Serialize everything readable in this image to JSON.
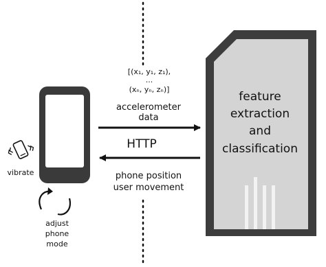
{
  "colors": {
    "phone_body": "#3a3a3a",
    "phone_screen": "#ffffff",
    "server_outer": "#3d3d3d",
    "server_inner": "#d4d4d4",
    "server_slots": "#f2f2f2",
    "ink": "#111111"
  },
  "icons": {
    "vibrate": "vibrating-phone-icon",
    "adjust": "curved-arrows-icon"
  },
  "data_block": {
    "line1": "[(x₁, y₁, z₁),",
    "line2": "...",
    "line3": "(xₙ, yₙ, zₙ)]"
  },
  "arrow_top": {
    "line1": "accelerometer",
    "line2": "data"
  },
  "protocol_label": "HTTP",
  "arrow_bottom": {
    "line1": "phone position",
    "line2": "user movement"
  },
  "vibrate_label": "vibrate",
  "adjust_label": {
    "line1": "adjust",
    "line2": "phone",
    "line3": "mode"
  },
  "server_label": {
    "line1": "feature",
    "line2": "extraction",
    "line3": "and",
    "line4": "classification"
  }
}
